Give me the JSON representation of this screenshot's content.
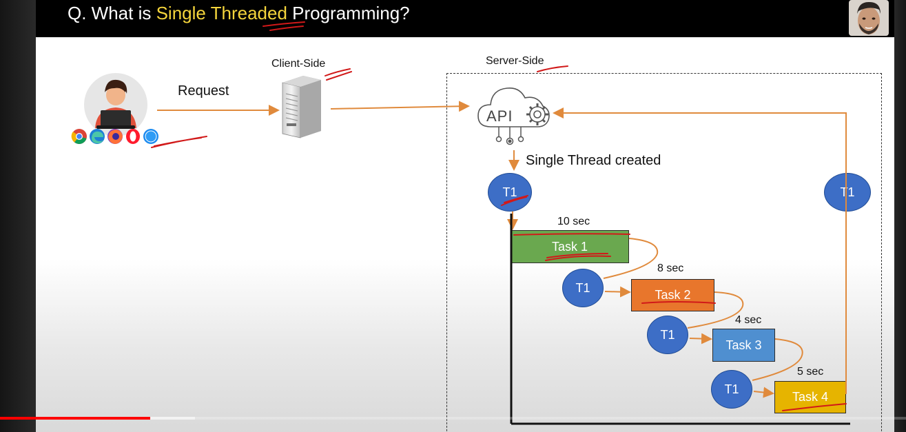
{
  "slide": {
    "title_prefix": "Q. What is ",
    "title_highlight": "Single Threaded",
    "title_suffix": " Programming?"
  },
  "client": {
    "request_label": "Request",
    "client_side_label": "Client-Side"
  },
  "server": {
    "server_side_label": "Server-Side",
    "api_label": "API",
    "thread_created_label": "Single Thread created",
    "thread_label": "T1"
  },
  "tasks": [
    {
      "label": "Task 1",
      "duration": "10 sec",
      "color": "#6aa84f"
    },
    {
      "label": "Task 2",
      "duration": "8 sec",
      "color": "#e8762c"
    },
    {
      "label": "Task 3",
      "duration": "4 sec",
      "color": "#4f8fd0"
    },
    {
      "label": "Task 4",
      "duration": "5 sec",
      "color": "#e6b400"
    }
  ],
  "colors": {
    "arrow": "#e08a3c",
    "annotation": "#d11919",
    "thread_node": "#3d6ec6",
    "title_highlight": "#f5d53c"
  },
  "player": {
    "progress_fraction": 0.166,
    "buffered_fraction": 0.215
  }
}
